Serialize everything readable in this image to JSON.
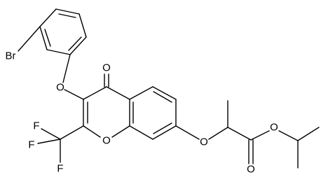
{
  "atoms": {
    "br": "Br",
    "o_ether_aryl": "O",
    "o_ketone": "O",
    "o_ring": "O",
    "o_ether_side": "O",
    "o_ester_single": "O",
    "o_ester_carbonyl": "O",
    "f_top": "F",
    "f_left": "F",
    "f_bottom": "F"
  }
}
